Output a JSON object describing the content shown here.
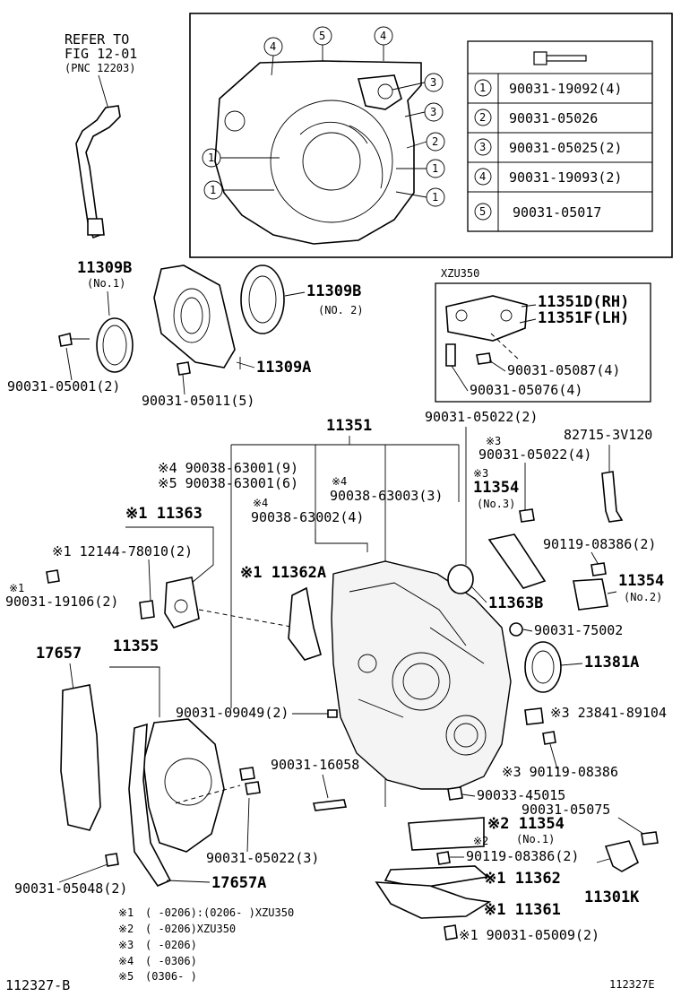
{
  "ref": {
    "line1": "REFER TO",
    "line2": "FIG 12-01",
    "line3": "(PNC 12203)"
  },
  "inset": {
    "header_row": "",
    "rows": [
      {
        "num": "1",
        "part": "90031-19092(4)"
      },
      {
        "num": "2",
        "part": "90031-05026"
      },
      {
        "num": "3",
        "part": "90031-05025(2)"
      },
      {
        "num": "4",
        "part": "90031-19093(2)"
      },
      {
        "num": "5",
        "part": "90031-05017"
      }
    ],
    "callouts": [
      "4",
      "5",
      "4",
      "3",
      "3",
      "2",
      "1",
      "1",
      "1",
      "1"
    ]
  },
  "labels": {
    "p11309b_1": "11309B",
    "p11309b_1_sub": "(No.1)",
    "p11309b_2": "11309B",
    "p11309b_2_sub": "(NO. 2)",
    "p11309a": "11309A",
    "p90031_05001": "90031-05001(2)",
    "p90031_05011": "90031-05011(5)",
    "xzu350": "XZU350",
    "p11351d": "11351D(RH)",
    "p11351f": "11351F(LH)",
    "p90031_05087": "90031-05087(4)",
    "p90031_05076": "90031-05076(4)",
    "p11351": "11351",
    "p90031_05022_2": "90031-05022(2)",
    "p82715": "82715-3V120",
    "m3a": "※3",
    "p90031_05022_4": "90031-05022(4)",
    "p90038_63001_9": "※4 90038-63001(9)",
    "p90038_63001_6": "※5 90038-63001(6)",
    "m4a": "※4",
    "p90038_63003": "90038-63003(3)",
    "m3b": "※3",
    "p11354_3": "11354",
    "p11354_3_sub": "(No.3)",
    "m4b": "※4",
    "p90038_63002": "90038-63002(4)",
    "p11363": "※1 11363",
    "p12144": "※1 12144-78010(2)",
    "m1a": "※1",
    "p90031_19106": "90031-19106(2)",
    "p11362a": "※1 11362A",
    "p90119_08386_2a": "90119-08386(2)",
    "p11354_2": "11354",
    "p11354_2_sub": "(No.2)",
    "p11363b": "11363B",
    "p90031_75002": "90031-75002",
    "p11381a": "11381A",
    "p17657": "17657",
    "p11355": "11355",
    "p90031_09049": "90031-09049(2)",
    "p23841": "※3 23841-89104",
    "p90031_16058": "90031-16058",
    "p90119_08386_s": "※3 90119-08386",
    "p90033_45015": "90033-45015",
    "p90031_05075": "90031-05075",
    "p11354_1": "※2 11354",
    "p11354_1_sub": "(No.1)",
    "m2": "※2",
    "p90119_08386_2b": "90119-08386(2)",
    "p90031_05022_3": "90031-05022(3)",
    "p11362": "※1 11362",
    "p11301k": "11301K",
    "p90031_05048": "90031-05048(2)",
    "p17657a": "17657A",
    "p11361": "※1 11361",
    "p90031_05009": "※1 90031-05009(2)"
  },
  "notes": [
    {
      "mark": "※1",
      "text": "(      -0206):(0206-      )XZU350"
    },
    {
      "mark": "※2",
      "text": "(      -0206)XZU350"
    },
    {
      "mark": "※3",
      "text": "(      -0206)"
    },
    {
      "mark": "※4",
      "text": "(      -0306)"
    },
    {
      "mark": "※5",
      "text": "(0306-      )"
    }
  ],
  "footer": {
    "left": "112327-B",
    "right": "112327E"
  }
}
